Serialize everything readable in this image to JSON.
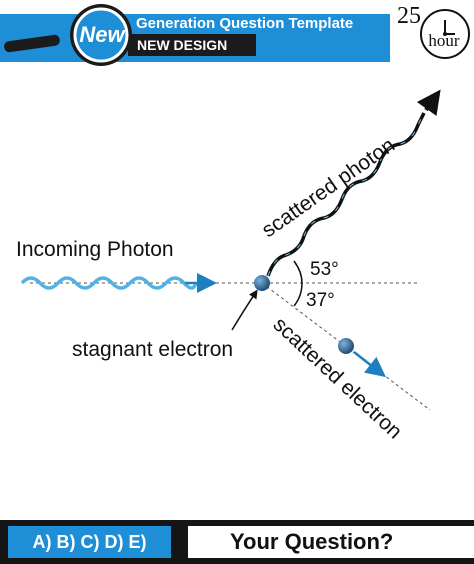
{
  "header": {
    "badge": "New",
    "title": "Generation Question Template",
    "subtitle": "NEW DESIGN",
    "timer_value": "25",
    "timer_unit": "hour",
    "icon": "magnifier-icon",
    "timer_icon": "clock-icon",
    "colors": {
      "accent": "#1e8fd6",
      "dark": "#1b1b1b"
    }
  },
  "diagram": {
    "incoming_label": "Incoming Photon",
    "scattered_photon_label": "scattered photon",
    "electron_label": "stagnant electron",
    "scattered_electron_label": "scattered electron",
    "angle_photon": "53°",
    "angle_electron": "37°",
    "colors": {
      "wave": "#4fb3e6",
      "electron": "#2a5f8a",
      "arrow": "#1d7fbf"
    }
  },
  "footer": {
    "answers": "A) B) C) D) E)",
    "question": "Your Question?"
  }
}
